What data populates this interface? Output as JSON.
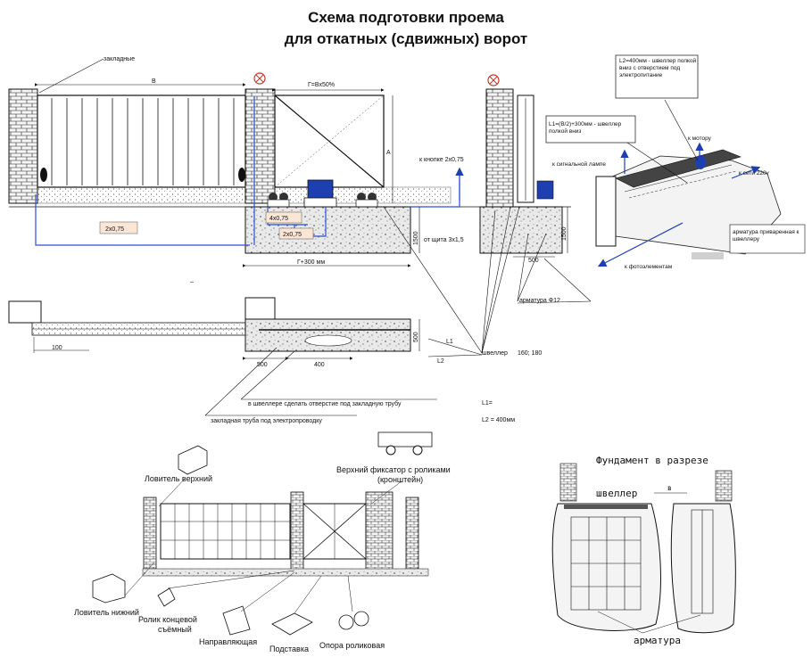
{
  "title": {
    "line1": "Схема подготовки проема",
    "line2": "для откатных (сдвижных) ворот"
  },
  "top_elevation": {
    "embeds_label": "закладные",
    "B": "В",
    "gamma": "Г=Вх50%",
    "A": "А",
    "button_cable": "к кнопке 2х0,75",
    "cable_2x075": "2х0,75",
    "cable_4x075": "4х0,75",
    "cable_2x075b": "2х0,75",
    "panel_cable": "от щита 3х1,5",
    "depth_1500": "1500",
    "gamma_plus": "Г+300 мм",
    "side_depth_1500": "1500",
    "side_width_500": "500"
  },
  "side_view": {
    "L2_note": "L2=400мм - швеллер полкой вниз с отверстием под электропитание",
    "L1_note": "L1=(В/2)+300мм - швеллер полкой вниз",
    "to_lamp": "к сигнальной лампе",
    "to_motor": "к мотору",
    "to_mains": "к сети 220v",
    "rebar_note": "арматура приваренная к швеллеру",
    "to_photo": "к фотоэлементам"
  },
  "plan_view": {
    "rebar": "арматура Ф12",
    "dim_100": "100",
    "dim_500_right": "500",
    "L1": "L1",
    "L2": "L2",
    "dim_500": "500",
    "dim_400": "400",
    "channel": "швеллер",
    "channel_sizes": "160; 180",
    "hole_note": "в швеллере сделать отверстие под закладную трубу",
    "L1_eq": "L1=",
    "L2_eq": "L2 = 400мм",
    "pipe_note": "закладная труба под электропроводку"
  },
  "components": {
    "upper_catcher": "Ловитель верхний",
    "upper_clamp_1": "Верхний фиксатор с роликами",
    "upper_clamp_2": "(кронштейн)",
    "lower_catcher": "Ловитель нижний",
    "end_roller_1": "Ролик концевой",
    "end_roller_2": "съёмный",
    "guide": "Направляющая",
    "stand": "Подставка",
    "roller_support": "Опора роликовая"
  },
  "foundation": {
    "title": "Фундамент в разрезе",
    "channel": "швеллер",
    "dim_v": "в",
    "rebar": "арматура"
  },
  "colors": {
    "ink": "#111111",
    "cable_blue": "#2a4fd6",
    "callout_fill": "#fbe6d6",
    "gate_blue": "#1d3fb0",
    "ground": "#eeeeee",
    "brick": "#f4f4f4"
  }
}
